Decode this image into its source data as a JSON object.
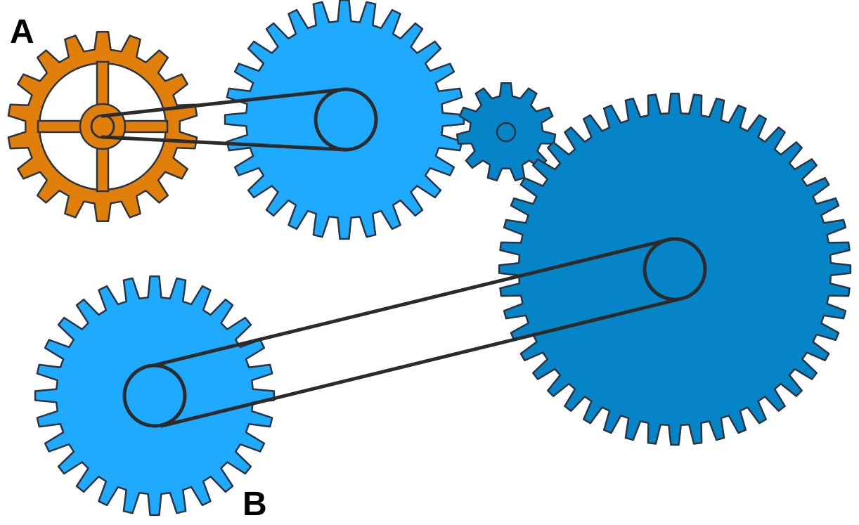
{
  "labels": {
    "a": "A",
    "b": "B"
  },
  "colors": {
    "orange_gear": "#e07f0a",
    "light_blue": "#1daaff",
    "dark_blue": "#0584c8",
    "stroke": "#2a3340",
    "belt": "#2b2b2b",
    "background": "#ffffff"
  },
  "gears": [
    {
      "id": "gear-a",
      "teeth": 18,
      "style": "spoked",
      "color_key": "orange_gear"
    },
    {
      "id": "gear-upper-middle",
      "teeth": 28,
      "style": "solid",
      "color_key": "light_blue"
    },
    {
      "id": "gear-small",
      "teeth": 11,
      "style": "solid",
      "color_key": "dark_blue"
    },
    {
      "id": "gear-large",
      "teeth": 48,
      "style": "solid",
      "color_key": "dark_blue"
    },
    {
      "id": "gear-b",
      "teeth": 28,
      "style": "solid",
      "color_key": "light_blue"
    }
  ],
  "belts": [
    {
      "id": "belt-a-to-upper-middle",
      "type": "open"
    },
    {
      "id": "belt-large-to-b",
      "type": "crossed"
    }
  ]
}
